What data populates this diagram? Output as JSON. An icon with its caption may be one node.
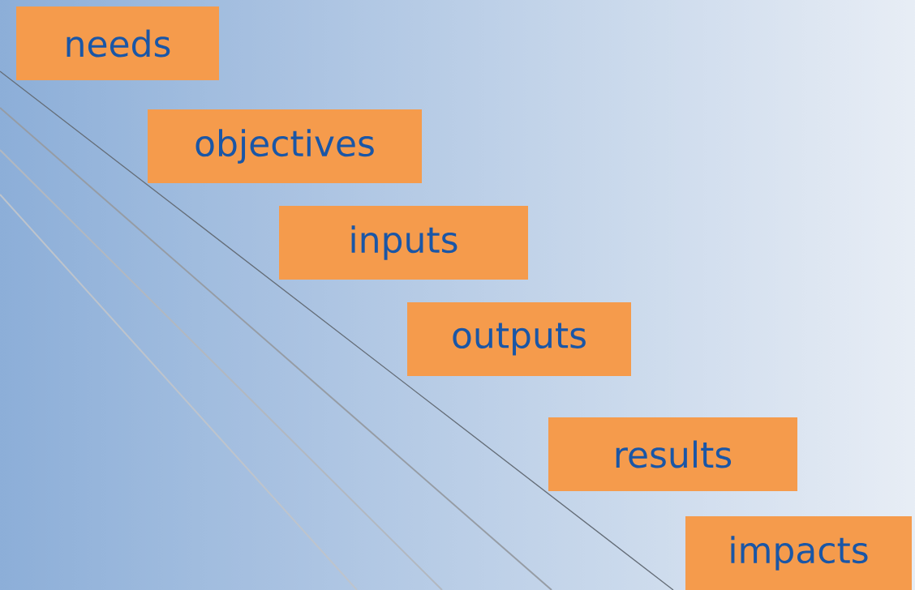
{
  "diagram": {
    "nodes": [
      {
        "text": [
          "needs"
        ]
      },
      {
        "text": [
          "objectives"
        ]
      },
      {
        "text": [
          "inputs"
        ]
      },
      {
        "text": [
          "outputs"
        ]
      },
      {
        "text": [
          "results"
        ]
      },
      {
        "text": [
          "impacts"
        ]
      }
    ]
  }
}
